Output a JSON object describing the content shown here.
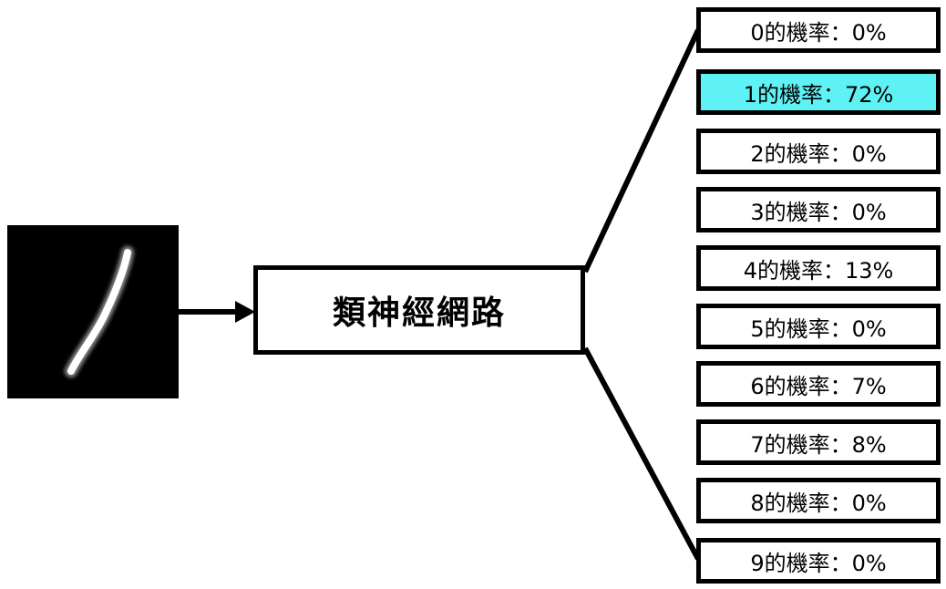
{
  "network_label": "類神經網路",
  "highlight_color": "#5ff2f5",
  "input_image": {
    "description_icon": "handwritten-digit-one-icon"
  },
  "outputs": [
    {
      "label": "0的機率：0%",
      "highlighted": false
    },
    {
      "label": "1的機率：72%",
      "highlighted": true
    },
    {
      "label": "2的機率：0%",
      "highlighted": false
    },
    {
      "label": "3的機率：0%",
      "highlighted": false
    },
    {
      "label": "4的機率：13%",
      "highlighted": false
    },
    {
      "label": "5的機率：0%",
      "highlighted": false
    },
    {
      "label": "6的機率：7%",
      "highlighted": false
    },
    {
      "label": "7的機率：8%",
      "highlighted": false
    },
    {
      "label": "8的機率：0%",
      "highlighted": false
    },
    {
      "label": "9的機率：0%",
      "highlighted": false
    }
  ]
}
